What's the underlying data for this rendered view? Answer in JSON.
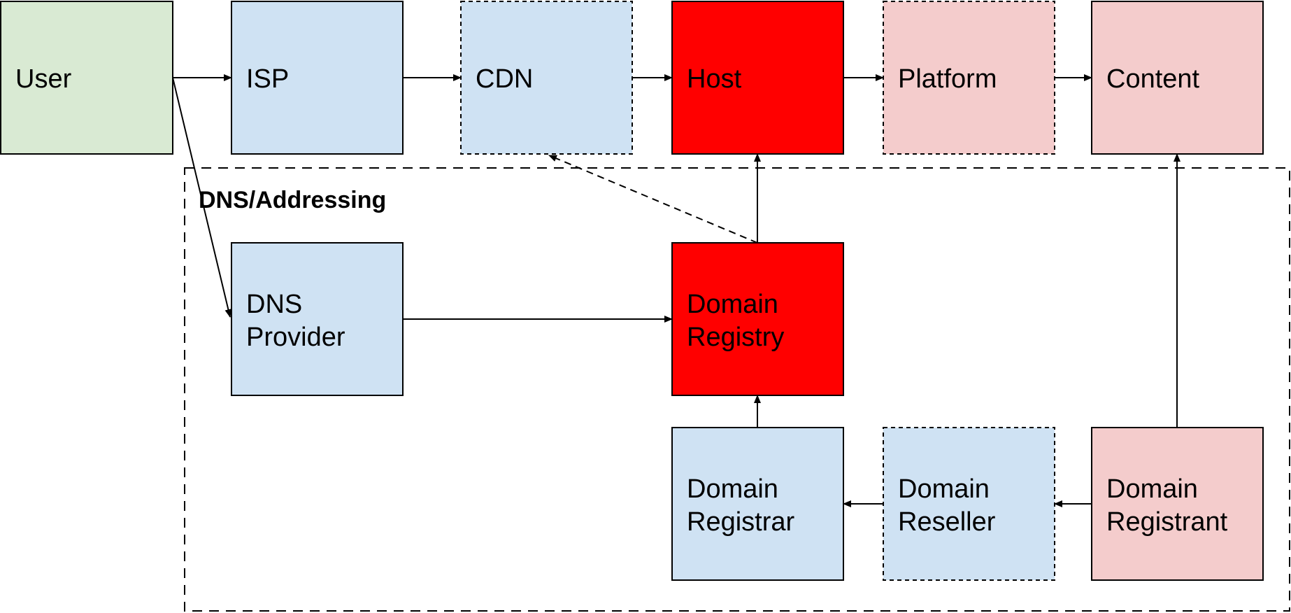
{
  "group": {
    "label": "DNS/Addressing"
  },
  "nodes": {
    "user": {
      "lines": [
        "User"
      ],
      "fill": "#d9ead3",
      "dashed": false
    },
    "isp": {
      "lines": [
        "ISP"
      ],
      "fill": "#cfe2f3",
      "dashed": false
    },
    "cdn": {
      "lines": [
        "CDN"
      ],
      "fill": "#cfe2f3",
      "dashed": true
    },
    "host": {
      "lines": [
        "Host"
      ],
      "fill": "#ff0000",
      "dashed": false
    },
    "platform": {
      "lines": [
        "Platform"
      ],
      "fill": "#f4cccc",
      "dashed": true
    },
    "content": {
      "lines": [
        "Content"
      ],
      "fill": "#f4cccc",
      "dashed": false
    },
    "dns_provider": {
      "lines": [
        "DNS",
        "Provider"
      ],
      "fill": "#cfe2f3",
      "dashed": false
    },
    "domain_registry": {
      "lines": [
        "Domain",
        "Registry"
      ],
      "fill": "#ff0000",
      "dashed": false
    },
    "domain_registrar": {
      "lines": [
        "Domain",
        "Registrar"
      ],
      "fill": "#cfe2f3",
      "dashed": false
    },
    "domain_reseller": {
      "lines": [
        "Domain",
        "Reseller"
      ],
      "fill": "#cfe2f3",
      "dashed": true
    },
    "domain_registrant": {
      "lines": [
        "Domain",
        "Registrant"
      ],
      "fill": "#f4cccc",
      "dashed": false
    }
  },
  "edges": [
    {
      "from": "user",
      "to": "isp",
      "style": "solid"
    },
    {
      "from": "isp",
      "to": "cdn",
      "style": "solid"
    },
    {
      "from": "cdn",
      "to": "host",
      "style": "solid"
    },
    {
      "from": "host",
      "to": "platform",
      "style": "solid"
    },
    {
      "from": "platform",
      "to": "content",
      "style": "solid"
    },
    {
      "from": "user",
      "to": "dns_provider",
      "style": "solid"
    },
    {
      "from": "dns_provider",
      "to": "domain_registry",
      "style": "solid"
    },
    {
      "from": "domain_registry",
      "to": "host",
      "style": "solid"
    },
    {
      "from": "domain_registry",
      "to": "cdn",
      "style": "dashed"
    },
    {
      "from": "domain_registrar",
      "to": "domain_registry",
      "style": "solid"
    },
    {
      "from": "domain_reseller",
      "to": "domain_registrar",
      "style": "solid"
    },
    {
      "from": "domain_registrant",
      "to": "domain_reseller",
      "style": "solid"
    },
    {
      "from": "domain_registrant",
      "to": "content",
      "style": "solid"
    }
  ]
}
